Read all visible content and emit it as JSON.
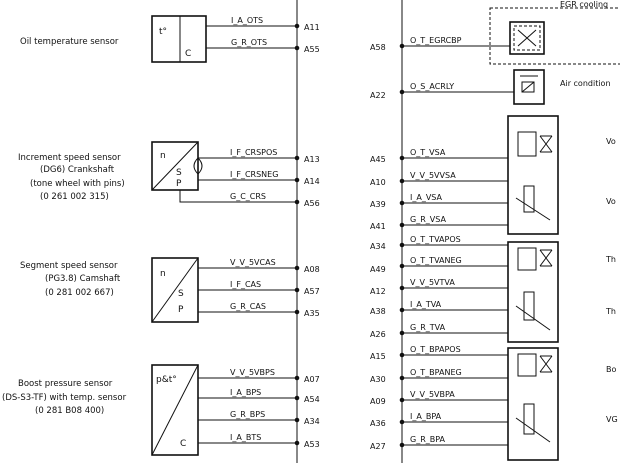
{
  "sensors_left": [
    {
      "name_lines": [
        "Oil temperature sensor"
      ],
      "box_symbols": [
        "t°",
        "C"
      ],
      "wires": [
        {
          "signal": "I_A_OTS",
          "pin": "A11"
        },
        {
          "signal": "G_R_OTS",
          "pin": "A55"
        }
      ]
    },
    {
      "name_lines": [
        "Increment speed sensor",
        "(DG6) Crankshaft",
        "(tone wheel with pins)",
        "(0 261 002 315)"
      ],
      "box_symbols": [
        "n",
        "S",
        "P"
      ],
      "wires": [
        {
          "signal": "I_F_CRSPOS",
          "pin": "A13"
        },
        {
          "signal": "I_F_CRSNEG",
          "pin": "A14"
        },
        {
          "signal": "G_C_CRS",
          "pin": "A56"
        }
      ]
    },
    {
      "name_lines": [
        "Segment speed sensor",
        "(PG3.8) Camshaft",
        "(0 281 002 667)"
      ],
      "box_symbols": [
        "n",
        "S",
        "P"
      ],
      "wires": [
        {
          "signal": "V_V_5VCAS",
          "pin": "A08"
        },
        {
          "signal": "I_F_CAS",
          "pin": "A57"
        },
        {
          "signal": "G_R_CAS",
          "pin": "A35"
        }
      ]
    },
    {
      "name_lines": [
        "Boost pressure sensor",
        "(DS-S3-TF) with temp. sensor",
        "(0 281 B08 400)"
      ],
      "box_symbols": [
        "p&t°",
        "C"
      ],
      "wires": [
        {
          "signal": "V_V_5VBPS",
          "pin": "A07"
        },
        {
          "signal": "I_A_BPS",
          "pin": "A54"
        },
        {
          "signal": "G_R_BPS",
          "pin": "A34"
        },
        {
          "signal": "I_A_BTS",
          "pin": "A53"
        }
      ]
    }
  ],
  "right_side": {
    "egr_label": "EGR cooling",
    "aircon_label": "Air condition",
    "top_wires": [
      {
        "pin": "A58",
        "signal": "O_T_EGRCBP"
      },
      {
        "pin": "A22",
        "signal": "O_S_ACRLY"
      }
    ],
    "actuator_groups": [
      {
        "label_1": "Vo",
        "label_2": "Vo",
        "wires": [
          {
            "pin": "A45",
            "signal": "O_T_VSA"
          },
          {
            "pin": "A10",
            "signal": "V_V_5VVSA"
          },
          {
            "pin": "A39",
            "signal": "I_A_VSA"
          },
          {
            "pin": "A41",
            "signal": "G_R_VSA"
          }
        ]
      },
      {
        "label_1": "Th",
        "label_2": "Th",
        "wires": [
          {
            "pin": "A34",
            "signal": "O_T_TVAPOS"
          },
          {
            "pin": "A49",
            "signal": "O_T_TVANEG"
          },
          {
            "pin": "A12",
            "signal": "V_V_5VTVA"
          },
          {
            "pin": "A38",
            "signal": "I_A_TVA"
          },
          {
            "pin": "A26",
            "signal": "G_R_TVA"
          }
        ]
      },
      {
        "label_1": "Bo",
        "label_2": "VG",
        "wires": [
          {
            "pin": "A15",
            "signal": "O_T_BPAPOS"
          },
          {
            "pin": "A30",
            "signal": "O_T_BPANEG"
          },
          {
            "pin": "A09",
            "signal": "V_V_5VBPA"
          },
          {
            "pin": "A36",
            "signal": "I_A_BPA"
          },
          {
            "pin": "A27",
            "signal": "G_R_BPA"
          }
        ]
      }
    ]
  }
}
